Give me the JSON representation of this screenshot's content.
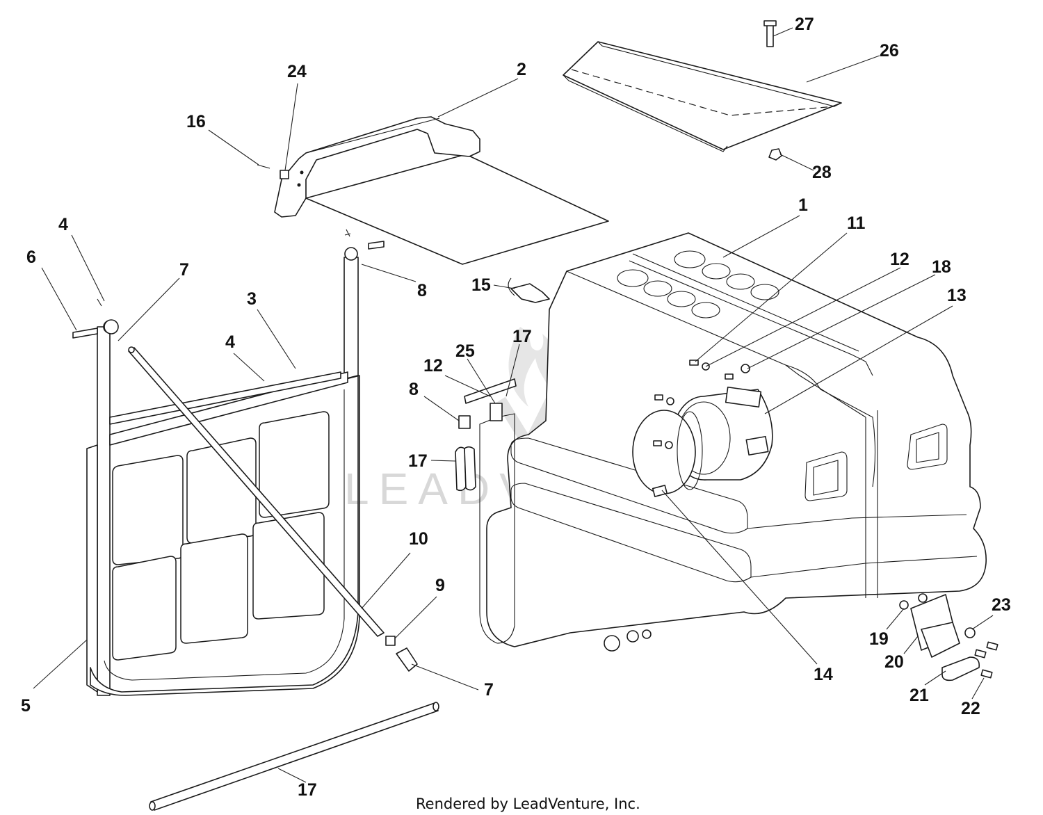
{
  "footer": {
    "credit": "Rendered by LeadVenture, Inc."
  },
  "watermark": {
    "text": "LEADVENTURE"
  },
  "callouts": [
    {
      "id": "c1",
      "label": "1"
    },
    {
      "id": "c2",
      "label": "2"
    },
    {
      "id": "c3",
      "label": "3"
    },
    {
      "id": "c4a",
      "label": "4"
    },
    {
      "id": "c4b",
      "label": "4"
    },
    {
      "id": "c5",
      "label": "5"
    },
    {
      "id": "c6",
      "label": "6"
    },
    {
      "id": "c7a",
      "label": "7"
    },
    {
      "id": "c7b",
      "label": "7"
    },
    {
      "id": "c8a",
      "label": "8"
    },
    {
      "id": "c8b",
      "label": "8"
    },
    {
      "id": "c9",
      "label": "9"
    },
    {
      "id": "c10",
      "label": "10"
    },
    {
      "id": "c11",
      "label": "11"
    },
    {
      "id": "c12a",
      "label": "12"
    },
    {
      "id": "c12b",
      "label": "12"
    },
    {
      "id": "c13",
      "label": "13"
    },
    {
      "id": "c14",
      "label": "14"
    },
    {
      "id": "c15",
      "label": "15"
    },
    {
      "id": "c16",
      "label": "16"
    },
    {
      "id": "c17a",
      "label": "17"
    },
    {
      "id": "c17b",
      "label": "17"
    },
    {
      "id": "c17c",
      "label": "17"
    },
    {
      "id": "c18",
      "label": "18"
    },
    {
      "id": "c19",
      "label": "19"
    },
    {
      "id": "c20",
      "label": "20"
    },
    {
      "id": "c21",
      "label": "21"
    },
    {
      "id": "c22",
      "label": "22"
    },
    {
      "id": "c23",
      "label": "23"
    },
    {
      "id": "c24",
      "label": "24"
    },
    {
      "id": "c25",
      "label": "25"
    },
    {
      "id": "c26",
      "label": "26"
    },
    {
      "id": "c27",
      "label": "27"
    },
    {
      "id": "c28",
      "label": "28"
    }
  ]
}
